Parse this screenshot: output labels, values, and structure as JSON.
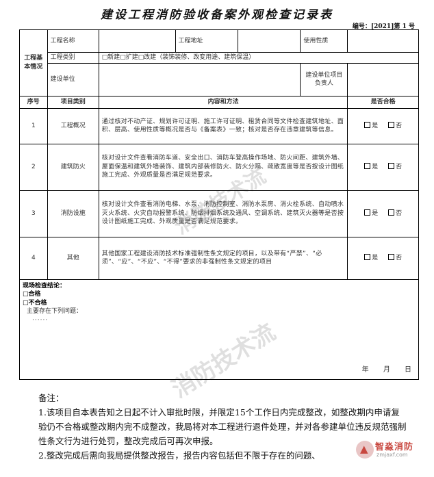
{
  "document": {
    "title": "建设工程消防验收备案外观检查记录表",
    "doc_no": "编号：[2021]第 1 号"
  },
  "basic_info": {
    "section_label": "工程基本情况",
    "project_name_label": "工程名称",
    "project_address_label": "工程地址",
    "usage_label": "使用性质",
    "project_category_label": "工程类别",
    "project_category_options": "□新建□扩建□改建（装饰装修、改变用途、建筑保温）",
    "construction_unit_label": "建设单位",
    "project_leader_label": "建设单位项目负责人"
  },
  "table_header": {
    "no": "序号",
    "item_category": "项目类别",
    "content_method": "内容和方法",
    "qualified": "是否合格"
  },
  "check_items": [
    {
      "no": "1",
      "category": "工程概况",
      "content": "通过核对不动产证、规划许可证明、施工许可证明、租赁合同等文件检查建筑地址、面积、层高、使用性质等概况是否与《备案表》一致；核对是否存在违章建筑等信息。",
      "yes": "是",
      "no_label": "否"
    },
    {
      "no": "2",
      "category": "建筑防火",
      "content": "核对设计文件查看消防车道、安全出口、消防车登高操作场地、防火间距、建筑外墙、屋面保温和建筑外墙装饰、建筑内部装修防火、防火分隔、疏散宽度等是否按设计图纸施工完成、外观质量是否满足规范要求。",
      "yes": "是",
      "no_label": "否"
    },
    {
      "no": "3",
      "category": "消防设施",
      "content": "核对设计文件查看消防电梯、水泵、消防控制室、消防水泵房、消火栓系统、自动喷水灭火系统、火灾自动报警系统、防烟排烟系统及通风、空调系统、建筑灭火器等是否按设计图纸施工完成、外观质量是否满足规范要求。",
      "yes": "是",
      "no_label": "否"
    },
    {
      "no": "4",
      "category": "其他",
      "content": "其他国家工程建设消防技术标准强制性条文规定的项目，以及带有“严禁”、“必须”、“应”、“不应”、“不得”要求的非强制性条文规定的项目",
      "yes": "是",
      "no_label": "否"
    }
  ],
  "conclusion": {
    "title": "现场检查结论：",
    "pass": "□合格",
    "fail": "□不合格",
    "issues_label": "主要存在下列问题：",
    "dots": "······",
    "date": "年 月 日"
  },
  "notes": {
    "title": "备注：",
    "item1": "1.该项目自本表告知之日起不计入审批时限，并限定15个工作日内完成整改，如整改期内申请复验仍不合格或整改期内完不成整改，我局将对本工程进行退件处理，并对各参建单位违反规范强制性条文行为进行处罚，整改完成后可再次申报。",
    "item2": "2.整改完成后需向我局提供整改报告，报告内容包括但不限于存在的问题、"
  },
  "watermark": {
    "text1": "消防技术流",
    "text2": "消防技术流"
  },
  "logo": {
    "text": "智淼消防",
    "url": "zmjaxf.com"
  }
}
